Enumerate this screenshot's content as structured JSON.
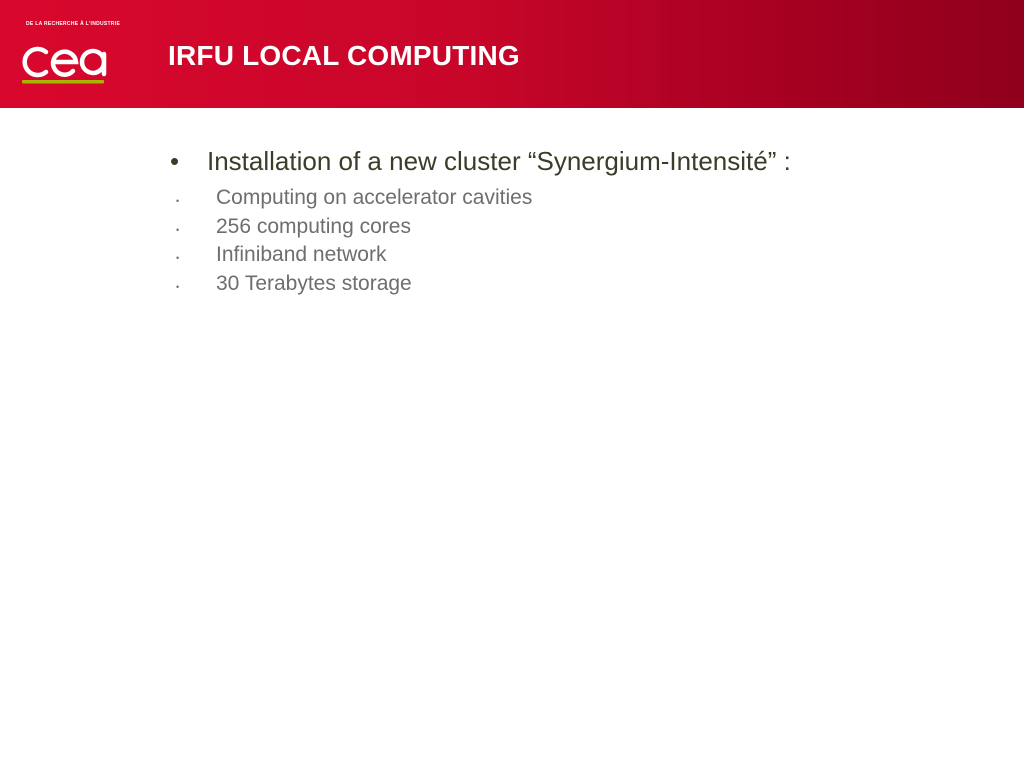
{
  "header": {
    "title": "IRFU LOCAL COMPUTING",
    "background_color": "#d9072d",
    "logo": {
      "name": "cea-logo",
      "tagline": "DE LA RECHERCHE À L'INDUSTRIE",
      "wordmark": "cea",
      "underline_color": "#a8b400"
    }
  },
  "content": {
    "main_bullet": {
      "marker": "•",
      "text": "Installation of a new cluster “Synergium-Intensité” :"
    },
    "sub_bullets": [
      {
        "marker": "•",
        "text": "Computing on accelerator cavities"
      },
      {
        "marker": "•",
        "text": "256 computing cores"
      },
      {
        "marker": "•",
        "text": "Infiniband network"
      },
      {
        "marker": "•",
        "text": "30 Terabytes storage"
      }
    ]
  }
}
